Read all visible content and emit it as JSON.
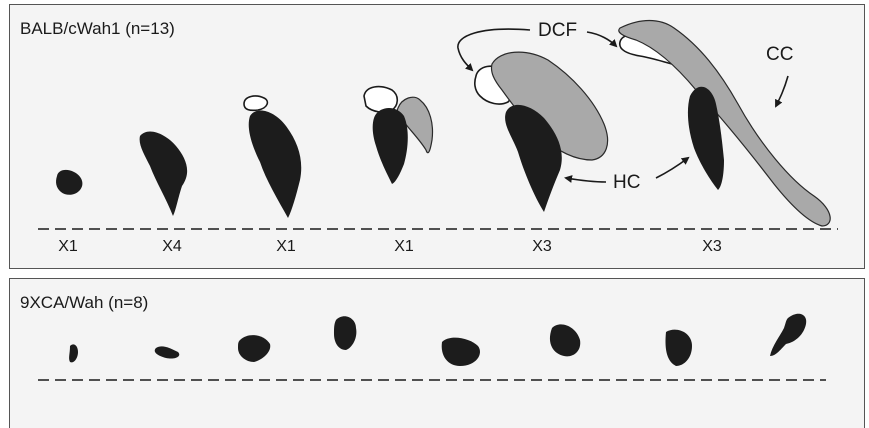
{
  "panels": {
    "top": {
      "title": "BALB/cWah1 (n=13)",
      "counts": [
        "X1",
        "X4",
        "X1",
        "X1",
        "X3",
        "X3"
      ]
    },
    "bottom": {
      "title": "9XCA/Wah (n=8)"
    }
  },
  "callouts": {
    "dcf": "DCF",
    "cc": "CC",
    "hc": "HC"
  },
  "colors": {
    "dark_shape": "#1c1c1c",
    "gray_shape": "#a9a9a9",
    "outline_shape": "#ffffff",
    "panel_bg": "#f4f4f4"
  }
}
